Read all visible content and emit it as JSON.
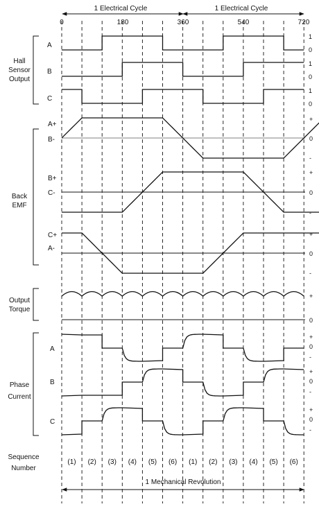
{
  "header": {
    "cycle_label": "1 Electrical Cycle",
    "angles": [
      "0",
      "180",
      "360",
      "540",
      "720"
    ]
  },
  "groups": {
    "hall": [
      "Hall",
      "Sensor",
      "Output"
    ],
    "emf": [
      "Back",
      "EMF"
    ],
    "torque": [
      "Output",
      "Torque"
    ],
    "current": [
      "Phase",
      "Current"
    ],
    "sequence": [
      "Sequence",
      "Number"
    ]
  },
  "hall": {
    "signals": [
      "A",
      "B",
      "C"
    ],
    "levels": [
      "1",
      "0"
    ],
    "states": [
      [
        0,
        0,
        1,
        1,
        1,
        0,
        0,
        0,
        1,
        1,
        1,
        0
      ],
      [
        0,
        0,
        0,
        1,
        1,
        1,
        0,
        0,
        0,
        1,
        1,
        1
      ],
      [
        1,
        0,
        0,
        0,
        1,
        1,
        1,
        0,
        0,
        0,
        1,
        1
      ]
    ]
  },
  "emf": {
    "signals": [
      {
        "pos": "A+",
        "neg": "B-"
      },
      {
        "pos": "B+",
        "neg": "C-"
      },
      {
        "pos": "C+",
        "neg": "A-"
      }
    ],
    "marks": [
      "+",
      "0",
      "-"
    ],
    "phase_offsets_deg": [
      0,
      120,
      240
    ]
  },
  "torque": {
    "marks": [
      "+",
      "0"
    ]
  },
  "current": {
    "signals": [
      "A",
      "B",
      "C"
    ],
    "marks": [
      "+",
      "0",
      "-"
    ],
    "states": [
      [
        1,
        1,
        0,
        -1,
        -1,
        0,
        1,
        1,
        0,
        -1,
        -1,
        0
      ],
      [
        -1,
        -1,
        -1,
        0,
        1,
        1,
        0,
        -1,
        -1,
        0,
        1,
        1
      ],
      [
        -1,
        0,
        1,
        1,
        0,
        -1,
        -1,
        0,
        1,
        1,
        0,
        -1
      ]
    ]
  },
  "sequence": {
    "labels": [
      "(1)",
      "(2)",
      "(3)",
      "(4)",
      "(5)",
      "(6)",
      "(1)",
      "(2)",
      "(3)",
      "(4)",
      "(5)",
      "(6)"
    ]
  },
  "footer": {
    "revolution_label": "1 Mechanical Revolution"
  }
}
